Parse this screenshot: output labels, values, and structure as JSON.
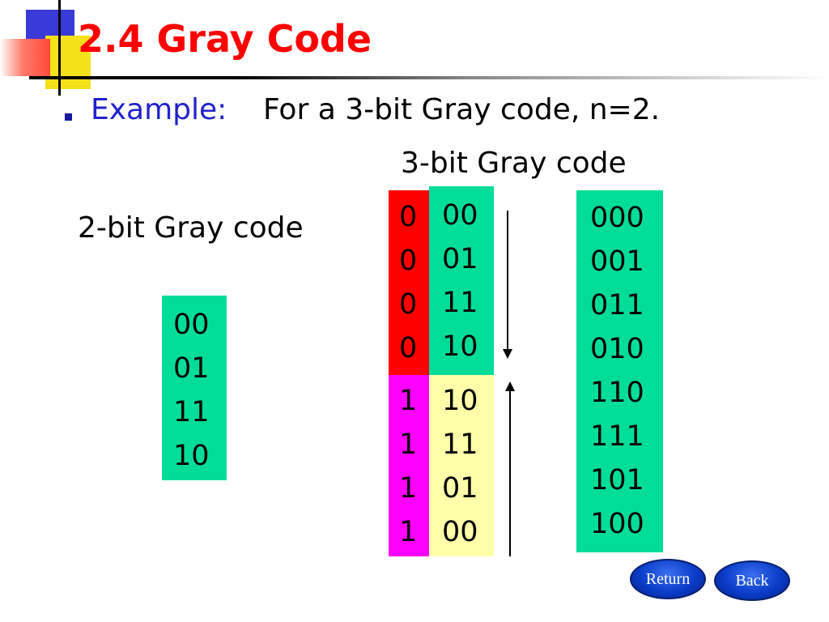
{
  "title": "2.4 Gray Code",
  "example": {
    "label": "Example:",
    "text": "For a 3-bit Gray code, n=2."
  },
  "labels": {
    "three_bit": "3-bit Gray code",
    "two_bit": "2-bit Gray code"
  },
  "two_bit_codes": [
    "00",
    "01",
    "11",
    "10"
  ],
  "three_bit_construction": {
    "prefix_zero": [
      "0",
      "0",
      "0",
      "0"
    ],
    "upper_codes": [
      "00",
      "01",
      "11",
      "10"
    ],
    "prefix_one": [
      "1",
      "1",
      "1",
      "1"
    ],
    "lower_codes": [
      "10",
      "11",
      "01",
      "00"
    ]
  },
  "three_bit_codes": [
    "000",
    "001",
    "011",
    "010",
    "110",
    "111",
    "101",
    "100"
  ],
  "nav": {
    "return_label": "Return",
    "back_label": "Back"
  },
  "colors": {
    "title": "#ff0000",
    "example_label": "#2222cc",
    "green_box": "#00dd99",
    "red_box": "#ff0000",
    "magenta_box": "#ff00ff",
    "yellow_box": "#ffffaa",
    "nav_button": "#0a3cc8"
  }
}
